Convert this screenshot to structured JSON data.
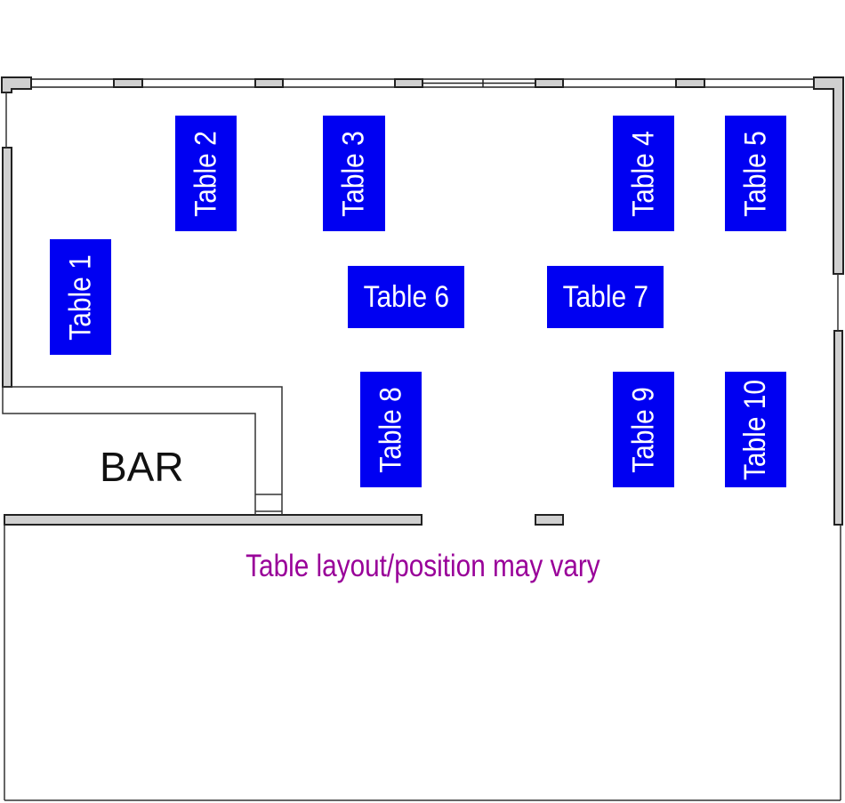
{
  "bar_label": "BAR",
  "note": "Table layout/position may vary",
  "tables": [
    {
      "label": "Table 1"
    },
    {
      "label": "Table 2"
    },
    {
      "label": "Table 3"
    },
    {
      "label": "Table 4"
    },
    {
      "label": "Table 5"
    },
    {
      "label": "Table 6"
    },
    {
      "label": "Table 7"
    },
    {
      "label": "Table 8"
    },
    {
      "label": "Table 9"
    },
    {
      "label": "Table 10"
    }
  ],
  "colors": {
    "table": "#0000f2",
    "note": "#990099",
    "wall": "#d0d0d0"
  }
}
